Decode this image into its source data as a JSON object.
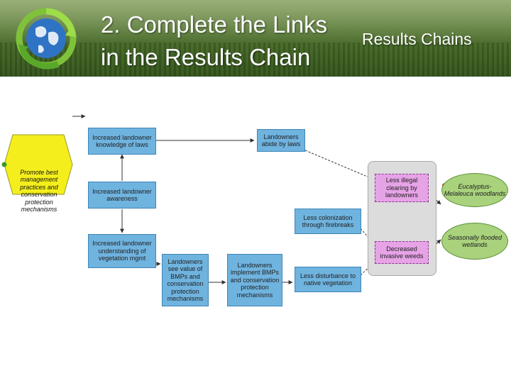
{
  "header": {
    "title_line1": "2. Complete the Links",
    "title_line2": "in the Results Chain",
    "subtitle": "Results Chains"
  },
  "diagram": {
    "strategy": "Promote best management practices and conservation protection mechanisms",
    "results": {
      "knowledge_laws": "Increased landowner knowledge of laws",
      "abide_laws": "Landowners abide by laws",
      "awareness": "Increased landowner awareness",
      "understanding": "Increased landowner understanding of vegetation mgmt",
      "see_value": "Landowners see value of BMPs and conservation protection mechanisms",
      "implement": "Landowners implement BMPs and conservation protection mechanisms",
      "less_colonization": "Less colonization through firebreaks",
      "less_disturbance": "Less disturbance to native vegetation"
    },
    "threats": {
      "clearing": "Less illegal clearing by landowners",
      "weeds": "Decreased invasive weeds"
    },
    "targets": {
      "woodlands": "Eucalyptus-Melaleuca woodlands",
      "wetlands": "Seasonally flooded wetlands"
    }
  },
  "colors": {
    "result": "#6fb3df",
    "threat": "#e6a3e6",
    "target": "#a8d27c",
    "strategy": "#f4ef1c"
  }
}
